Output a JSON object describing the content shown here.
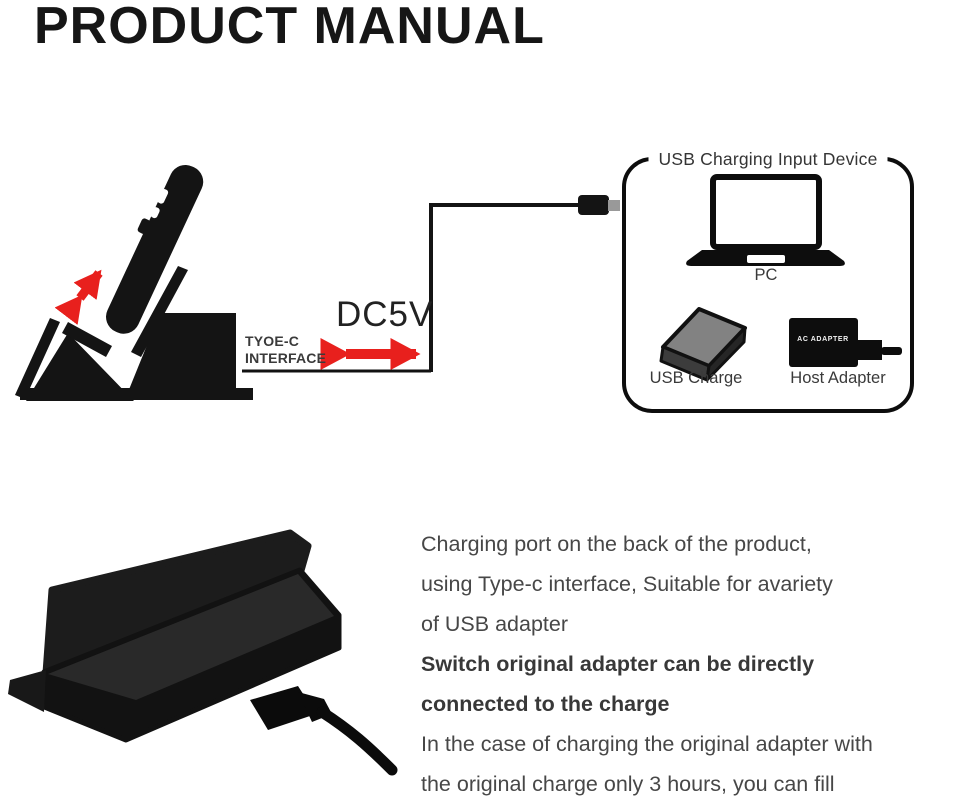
{
  "title": "PRODUCT MANUAL",
  "diagram": {
    "interface_label_line1": "TYOE-C",
    "interface_label_line2": "INTERFACE",
    "voltage_label": "DC5V",
    "box_title": "USB Charging Input Device",
    "pc_label": "PC",
    "usb_charge_label": "USB Charge",
    "host_adapter_label": "Host Adapter",
    "ac_adapter_text": "AC ADAPTER"
  },
  "description": {
    "lines": [
      {
        "text": "Charging port on the back of the product,",
        "bold": false
      },
      {
        "text": "using Type-c interface, Suitable for avariety",
        "bold": false
      },
      {
        "text": "of USB adapter",
        "bold": false
      },
      {
        "text": "Switch original adapter can be directly",
        "bold": true
      },
      {
        "text": "connected to the charge",
        "bold": true
      },
      {
        "text": "In the case of charging the original adapter with",
        "bold": false
      },
      {
        "text": "the original charge only 3 hours, you can fill",
        "bold": false
      }
    ]
  },
  "colors": {
    "accent_red": "#e8201d",
    "ink": "#0d0d0d",
    "text_gray": "#474747"
  }
}
